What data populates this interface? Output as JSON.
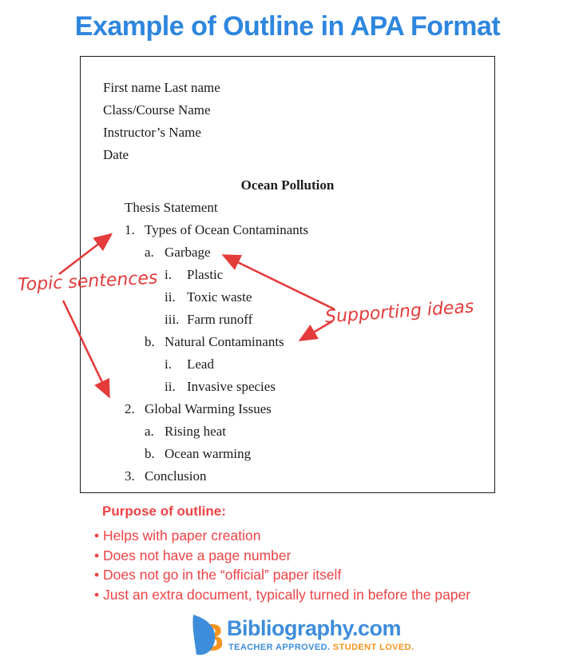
{
  "title": "Example of Outline in APA Format",
  "document": {
    "header_lines": [
      "First name Last name",
      "Class/Course Name",
      "Instructor’s Name",
      "Date"
    ],
    "doc_title": "Ocean Pollution",
    "thesis": "Thesis Statement",
    "outline": [
      {
        "marker": "1.",
        "text": "Types of Ocean Contaminants",
        "level": 1
      },
      {
        "marker": "a.",
        "text": "Garbage",
        "level": 2
      },
      {
        "marker": "i.",
        "text": "Plastic",
        "level": 3
      },
      {
        "marker": "ii.",
        "text": "Toxic waste",
        "level": 3
      },
      {
        "marker": "iii.",
        "text": "Farm runoff",
        "level": 3
      },
      {
        "marker": "b.",
        "text": "Natural Contaminants",
        "level": 2
      },
      {
        "marker": "i.",
        "text": "Lead",
        "level": 3
      },
      {
        "marker": "ii.",
        "text": "Invasive species",
        "level": 3
      },
      {
        "marker": "2.",
        "text": "Global Warming Issues",
        "level": 1
      },
      {
        "marker": "a.",
        "text": "Rising heat",
        "level": 2
      },
      {
        "marker": "b.",
        "text": "Ocean warming",
        "level": 2
      },
      {
        "marker": "3.",
        "text": "Conclusion",
        "level": 1
      }
    ]
  },
  "annotations": {
    "topic_label": "Topic sentences",
    "supporting_label": "Supporting ideas",
    "arrow_color": "#e43b3b"
  },
  "purpose": {
    "heading": "Purpose of outline:",
    "bullets": [
      "Helps with paper creation",
      "Does not have a page number",
      "Does not go in the “official” paper itself",
      "Just an extra document, typically turned in before the paper"
    ]
  },
  "footer": {
    "brand": "Bibliography.com",
    "tagline_blue": "TEACHER APPROVED.",
    "tagline_orange": "STUDENT LOVED."
  },
  "colors": {
    "title_blue": "#2e86de",
    "text_red": "#ee4245",
    "logo_blue": "#3e8ddb",
    "logo_orange": "#f7941e"
  }
}
